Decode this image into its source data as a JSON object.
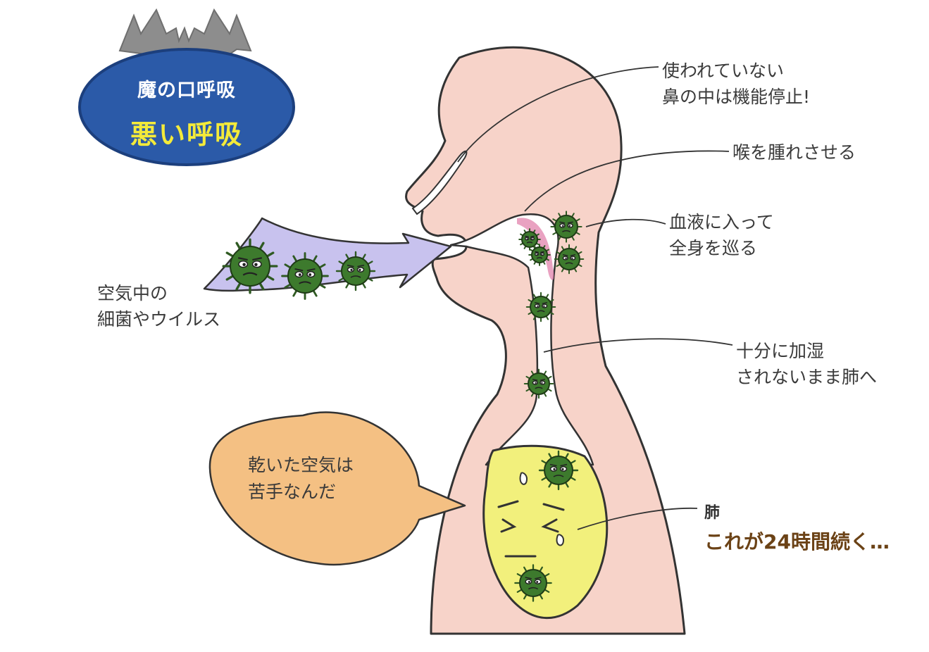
{
  "badge": {
    "line1": "魔の口呼吸",
    "line2": "悪い呼吸",
    "colors": {
      "oval": "#2b5aa8",
      "bat": "#8d8d8d",
      "line2_text": "#f3ea3a"
    }
  },
  "labels": {
    "nose": [
      "使われていない",
      "鼻の中は機能停止!"
    ],
    "throat": "喉を腫れさせる",
    "blood": [
      "血液に入って",
      "全身を巡る"
    ],
    "airway": [
      "十分に加湿",
      "されないまま肺へ"
    ],
    "germs": [
      "空気中の",
      "細菌やウイルス"
    ],
    "bubble": [
      "乾いた空気は",
      "苦手なんだ"
    ],
    "lung": "肺",
    "tagline": "これが24時間続く…"
  },
  "colors": {
    "body": "#f7d3c9",
    "airway": "#ffffff",
    "lung": "#f2f07c",
    "arrow": "#c8c2ee",
    "germ": "#3d7a2d",
    "bubble": "#f4c083",
    "inflamed": "#e07aa6"
  },
  "icons": [
    "bat-icon",
    "germ-icon",
    "arrow-icon",
    "speech-bubble-icon"
  ]
}
